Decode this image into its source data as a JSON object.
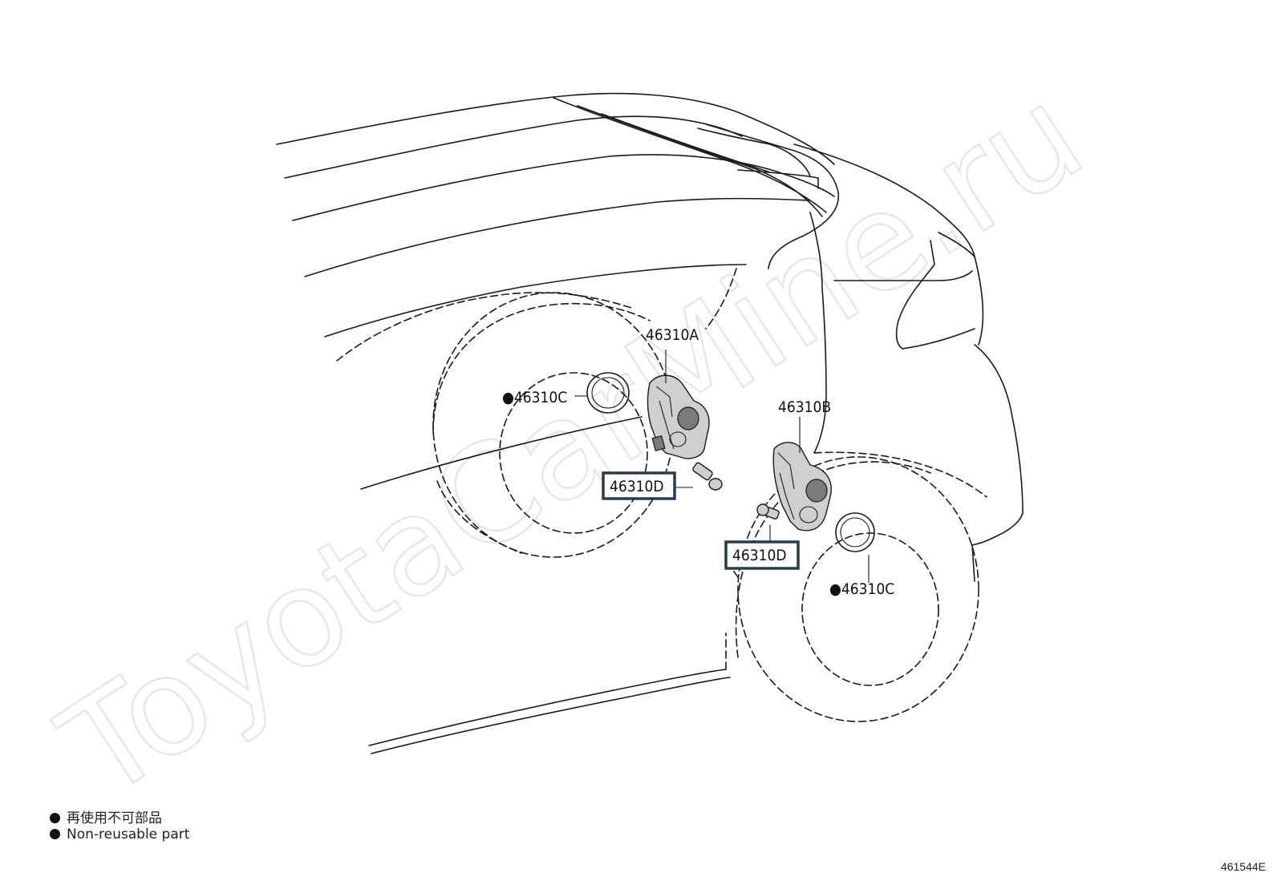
{
  "watermark": "ToyotaCarMine.ru",
  "labels": {
    "a": "46310A",
    "b": "46310B",
    "c_left": "●46310C",
    "c_right": "●46310C",
    "d_left": "46310D",
    "d_right": "46310D"
  },
  "legend": {
    "jp": "再使用不可部品",
    "en": "Non-reusable part"
  },
  "figure_id": "461544E"
}
